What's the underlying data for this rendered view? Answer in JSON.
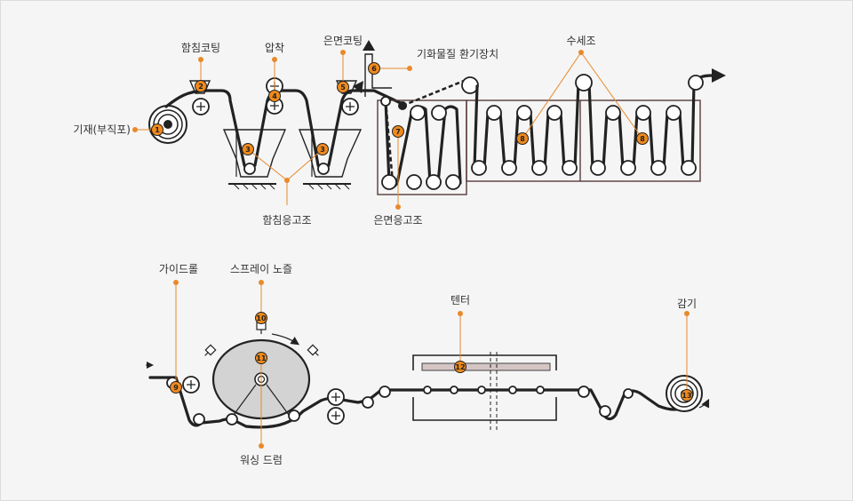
{
  "colors": {
    "accent": "#f08a1c",
    "line": "#222222",
    "background": "#f5f5f5",
    "frame": "#5a3a3a"
  },
  "top": {
    "labels": {
      "substrate": "기재(부직포)",
      "impregnation_coating": "함침코팅",
      "press": "압착",
      "silver_coating": "은면코팅",
      "gas_vent": "기화물질 환기장치",
      "washing": "수세조",
      "impregnation_coag": "함침응고조",
      "silver_coag": "은면응고조"
    }
  },
  "bottom": {
    "labels": {
      "guide_roll": "가이드롤",
      "spray_nozzle": "스프레이 노즐",
      "washing_drum": "워싱 드럼",
      "tenter": "텐터",
      "winding": "감기"
    }
  },
  "badges": [
    "1",
    "2",
    "3",
    "3",
    "4",
    "5",
    "6",
    "7",
    "8",
    "8",
    "9",
    "10",
    "11",
    "12",
    "13"
  ]
}
